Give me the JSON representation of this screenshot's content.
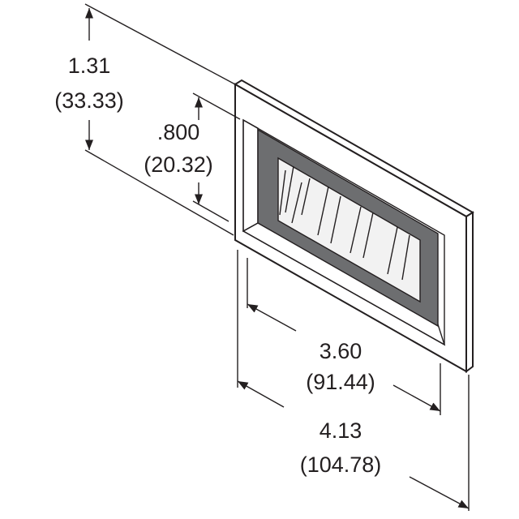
{
  "dimensions": {
    "overall_height": {
      "inch": "1.31",
      "mm": "(33.33)"
    },
    "window_height": {
      "inch": ".800",
      "mm": "(20.32)"
    },
    "window_width": {
      "inch": "3.60",
      "mm": "(91.44)"
    },
    "overall_width": {
      "inch": "4.13",
      "mm": "(104.78)"
    }
  },
  "colors": {
    "line": "#231f20",
    "window": "#6d6e70",
    "glass": "#f2f2f2",
    "frame": "#ffffff"
  }
}
